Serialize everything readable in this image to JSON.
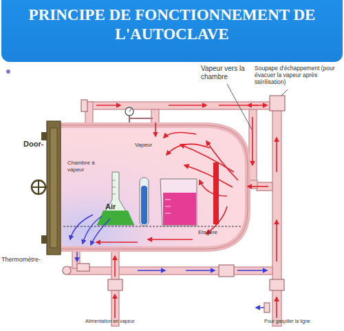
{
  "diagram": {
    "title": "PRINCIPE DE FONCTIONNEMENT DE L'AUTOCLAVE",
    "labels": [
      "Vapeur vers la chambre",
      "Soupape d'échappement (pour évacuer la vapeur après stérilisation)",
      "Vapeur",
      "Door-",
      "Chambre à vapeur",
      "Air",
      "Etagère",
      "Thermomètre-",
      "Alimentation en vapeur",
      "Pour gaspiller la ligne"
    ]
  }
}
